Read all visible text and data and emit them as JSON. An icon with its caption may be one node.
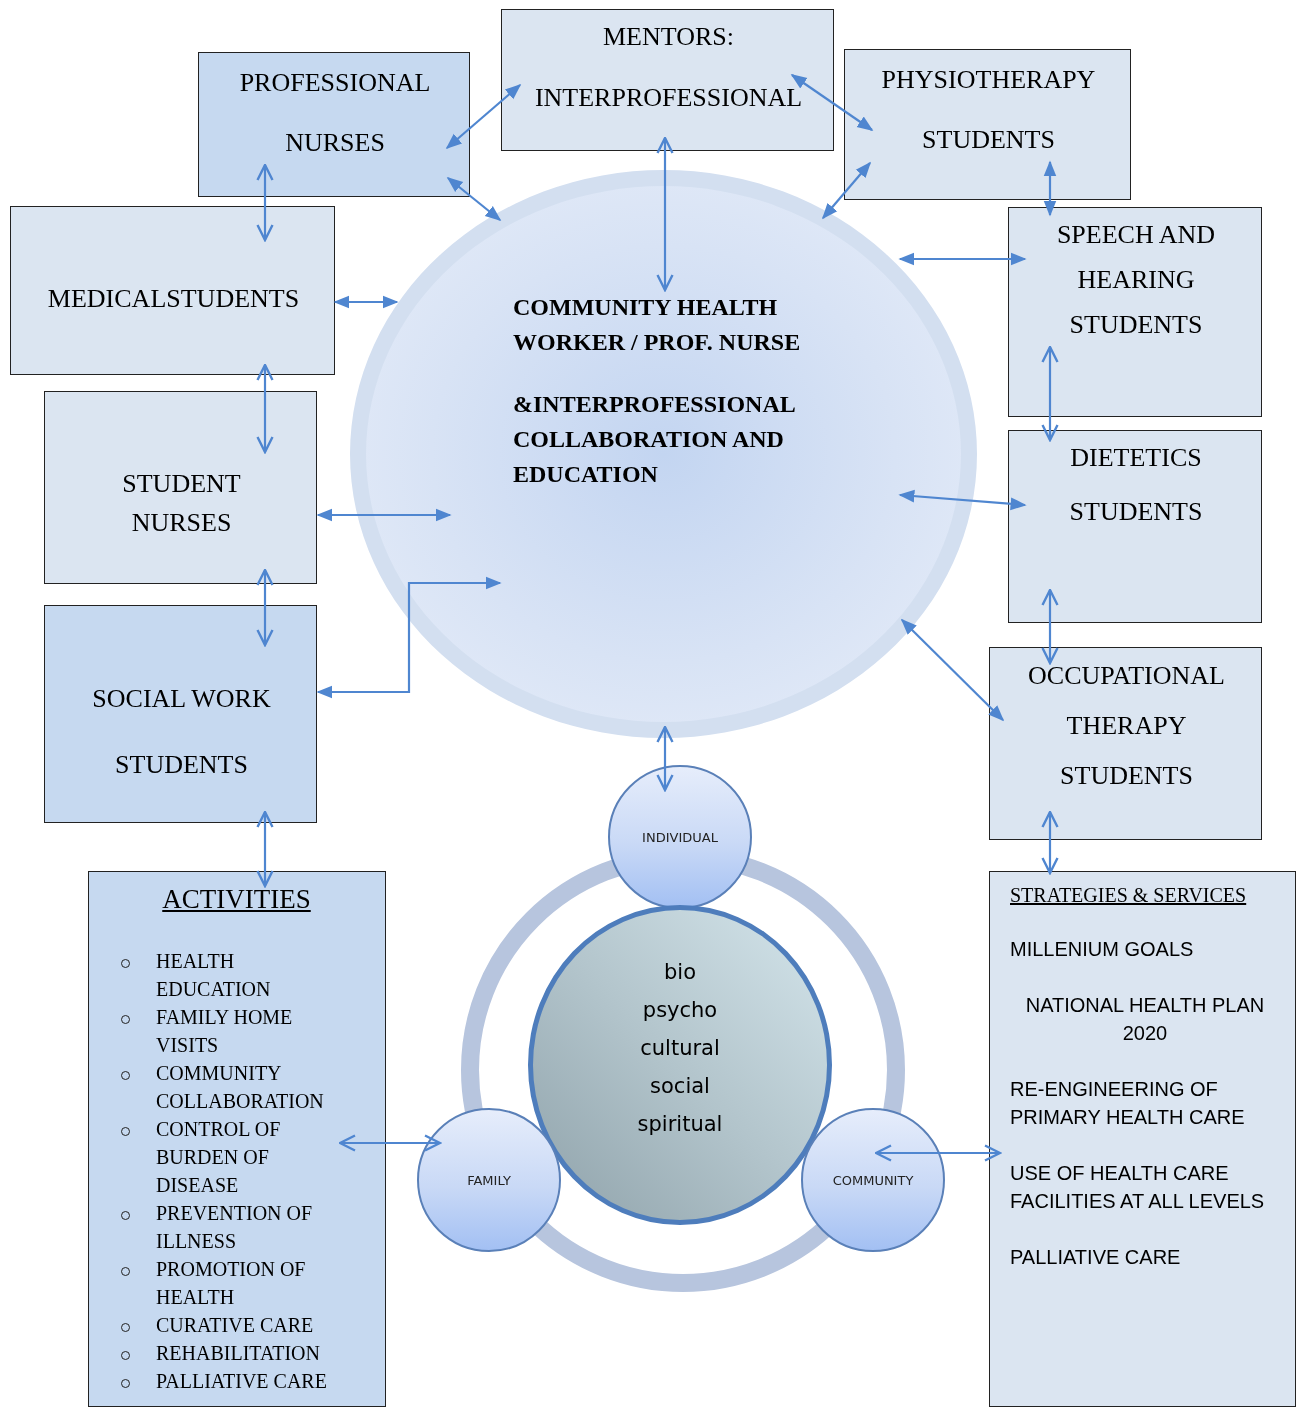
{
  "diagram": {
    "nodes": [
      {
        "text": [
          "PROFESSIONAL NURSES"
        ]
      },
      {
        "text": [
          "MENTORS:",
          "INTERPROFESSIONAL"
        ]
      },
      {
        "text": [
          "PHYSIOTHERAPY STUDENTS"
        ]
      },
      {
        "text": [
          "MEDICALSTUDENTS"
        ]
      },
      {
        "text": [
          "COMMUNITY HEALTH WORKER / PROF. NURSE",
          "&INTERPROFESSIONAL COLLABORATION AND EDUCATION"
        ]
      },
      {
        "text": [
          "SPEECH AND HEARING STUDENTS"
        ]
      },
      {
        "text": [
          "STUDENT NURSES"
        ]
      },
      {
        "text": [
          "DIETETICS STUDENTS"
        ]
      },
      {
        "text": [
          "SOCIAL WORK STUDENTS"
        ]
      },
      {
        "text": [
          "OCCUPATIONAL THERAPY STUDENTS"
        ]
      },
      {
        "text": [
          "INDIVIDUAL"
        ]
      },
      {
        "text": [
          "ACTIVITIES",
          "HEALTH EDUCATION",
          "FAMILY HOME VISITS",
          "COMMUNITY COLLABORATION",
          "CONTROL OF BURDEN OF DISEASE",
          "PREVENTION OF ILLNESS",
          "PROMOTION OF HEALTH",
          "CURATIVE CARE",
          "REHABILITATION",
          "PALLIATIVE CARE"
        ]
      },
      {
        "text": [
          "bio psycho cultural social spiritual"
        ]
      },
      {
        "text": [
          "STRATEGIES & SERVICES",
          "MILLENIUM GOALS",
          "NATIONAL HEALTH PLAN 2020",
          "RE-ENGINEERING OF PRIMARY HEALTH CARE",
          "USE OF HEALTH CARE FACILITIES AT ALL LEVELS",
          "PALLIATIVE CARE"
        ]
      },
      {
        "text": [
          "FAMILY"
        ]
      },
      {
        "text": [
          "COMMUNITY"
        ]
      }
    ],
    "edges": [
      {
        "from": 0,
        "to": 1,
        "arrow": "both"
      },
      {
        "from": 0,
        "to": 4,
        "arrow": "both"
      },
      {
        "from": 1,
        "to": 4,
        "arrow": "both"
      },
      {
        "from": 1,
        "to": 2,
        "arrow": "both"
      },
      {
        "from": 2,
        "to": 4,
        "arrow": "both"
      },
      {
        "from": 0,
        "to": 3,
        "arrow": "both"
      },
      {
        "from": 2,
        "to": 5,
        "arrow": "both"
      },
      {
        "from": 3,
        "to": 4,
        "arrow": "both"
      },
      {
        "from": 4,
        "to": 5,
        "arrow": "both"
      },
      {
        "from": 3,
        "to": 6,
        "arrow": "both"
      },
      {
        "from": 6,
        "to": 4,
        "arrow": "both"
      },
      {
        "from": 5,
        "to": 7,
        "arrow": "both"
      },
      {
        "from": 4,
        "to": 7,
        "arrow": "both"
      },
      {
        "from": 6,
        "to": 8,
        "arrow": "both"
      },
      {
        "from": 8,
        "to": 4,
        "arrow": "both"
      },
      {
        "from": 7,
        "to": 9,
        "arrow": "both"
      },
      {
        "from": 4,
        "to": 9,
        "arrow": "both"
      },
      {
        "from": 4,
        "to": 10,
        "arrow": "both"
      },
      {
        "from": 8,
        "to": 11,
        "arrow": "both"
      },
      {
        "from": 9,
        "to": 13,
        "arrow": "both"
      },
      {
        "from": 11,
        "to": 14,
        "arrow": "both"
      },
      {
        "from": 15,
        "to": 13,
        "arrow": "both"
      }
    ]
  }
}
